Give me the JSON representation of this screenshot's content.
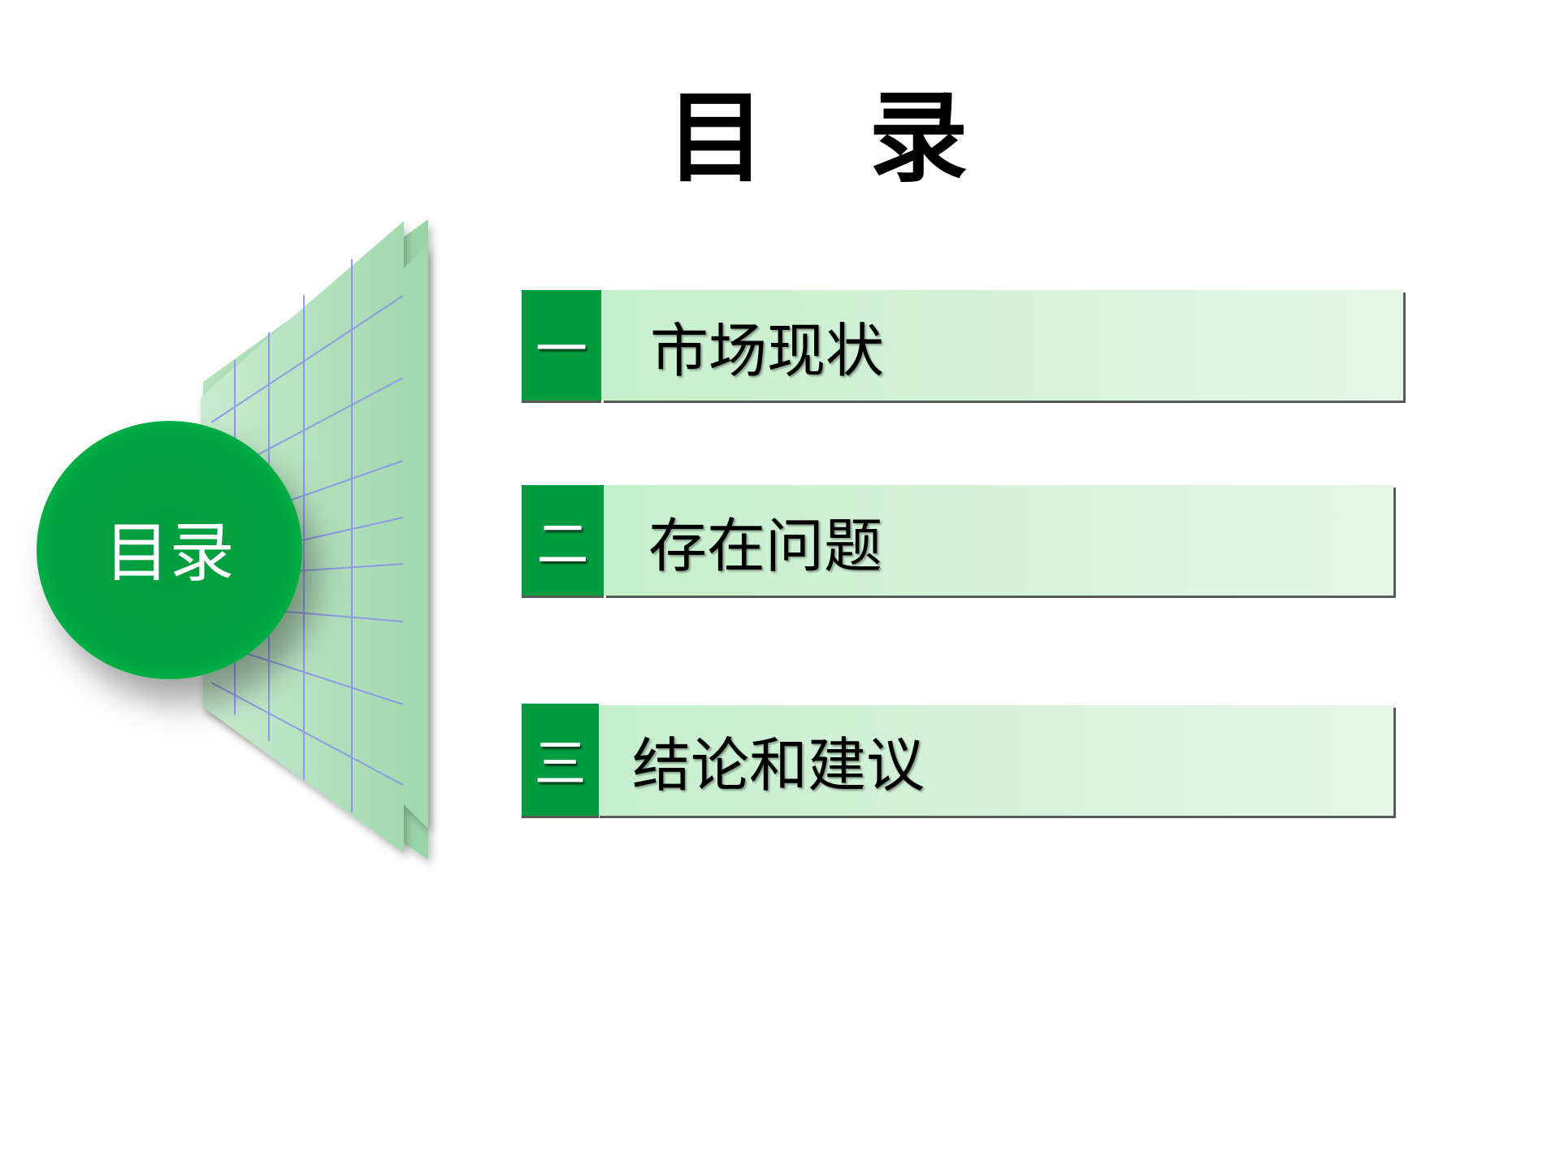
{
  "slide": {
    "title": "目   录",
    "badge_label": "目录",
    "items": [
      {
        "number": "一",
        "label": "市场现状"
      },
      {
        "number": "二",
        "label": "存在问题"
      },
      {
        "number": "三",
        "label": "结论和建议"
      }
    ]
  },
  "colors": {
    "accent_green": "#009b3e",
    "bar_gradient_start": "#c5efcc",
    "bar_gradient_end": "#e6f7e8",
    "panel_green": "#a8dbb3",
    "grid_line": "#8b93e8",
    "bar_shadow": "#555c58"
  }
}
